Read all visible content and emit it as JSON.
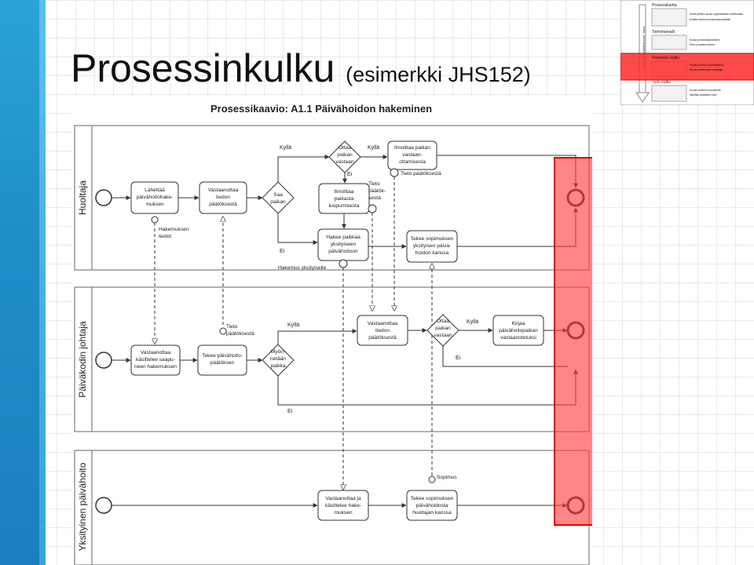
{
  "slide": {
    "title_main": "Prosessinkulku",
    "title_sub": "(esimerkki JHS152)"
  },
  "thumbnail": {
    "side_label": "\"Kokonaisarkkitehtuurin\" tasot",
    "levels": [
      {
        "name": "Prosessikartta",
        "notes": [
          "Antaa yleisen kuvan organisaation toiminnasta",
          "Esittää toiminnot kokonaisuuksittain"
        ]
      },
      {
        "name": "Toimintamalli",
        "notes": [
          "Kuvaa prosessityöneriteen",
          "Sitoo prosessit yhteen"
        ]
      },
      {
        "name": "Prosessin kulku",
        "notes": [
          "Kuvaa toiminnot peräkkäisinä",
          "Kuvaa toiminnot ja suorittajat"
        ]
      },
      {
        "name": "Työn kulku",
        "notes": [
          "Kuvaa toiminnot työvaiheet",
          "Näyttää yksittäisen työn"
        ]
      }
    ],
    "highlight_color": "#ff2a2a"
  },
  "diagram": {
    "title": "Prosessikaavio: A1.1 Päivähoidon hakeminen",
    "lanes": [
      "Huoltaja",
      "Päiväkodin johtaja",
      "Yksityinen päivähoito"
    ],
    "tasks": {
      "lahettaa": "Lähettää päivähoitohake-muksen",
      "vastaanottaa_tieto_h": "Vastaanottaa tiedon päätöksestä",
      "ilmoittaa_paikan": "Ilmoittaa paikan vastaan-ottamisesta",
      "ilmoittaa_luopumisesta": "Ilmoittaa paikasta luopumisesta",
      "hakee_paikkaa": "Hakee paikkaa yksityiseen päivähoitoon",
      "tekee_sopimuksen_h": "Tekee sopimuksen yksityisen päivä-hoidon kanssa",
      "vastaanottaa_kasittelee": "Vastaanottaa käsittelee saapu-neen hakemuksen",
      "tekee_paatoksen": "Tekee päivähoito-päätöksen",
      "vastaanottaa_tieto_j": "Vastaanottaa tiedon päätöksestä",
      "kirjaa": "Kirjaa päivähoitopaikan vastaanotetuksi",
      "vastaanottaa_hake": "Vastaanottaa ja käsittelee hake-muksen",
      "tekee_sopimuksen_y": "Tekee sopimuksen päivähoidosta huoltajan kanssa"
    },
    "gateways": {
      "saa_paikan": "Saa paikan",
      "ottaa_paikan_h": "Ottaa paikan vastaan",
      "myonnetaan": "Myön-netään paikka",
      "ottaa_paikan_j": "Ottaa paikan vastaan"
    },
    "labels": {
      "kylla": "Kyllä",
      "ei": "Ei",
      "hakemuksen_tiedot": "Hakemuksen tiedot",
      "tieto_paatoksesta": "Tieto päätöksestä",
      "tieto_paatok": "Tieto päätök-sestä",
      "hakemus_yksityiselle": "Hakemus yksityiselle",
      "sopimus": "Sopimus"
    },
    "highlight_color": "#ff5a5a"
  }
}
